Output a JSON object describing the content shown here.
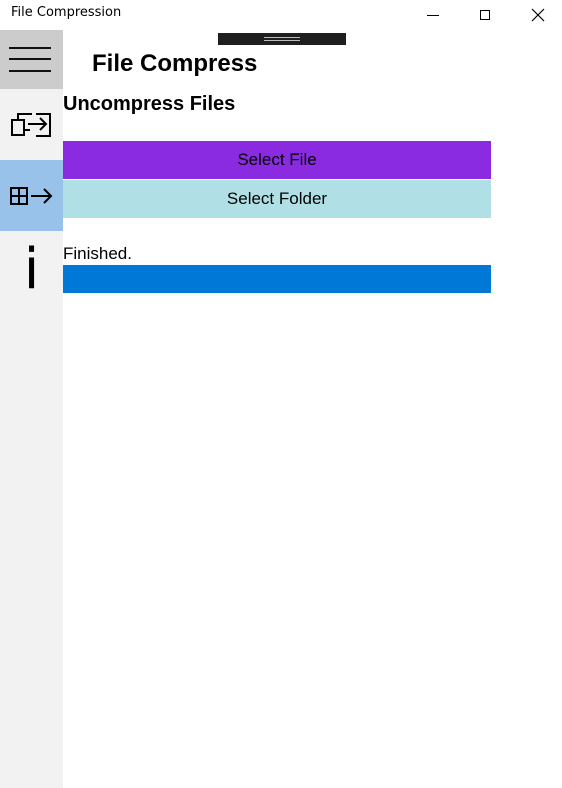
{
  "window": {
    "title": "File Compression"
  },
  "header": {
    "app_title": "File Compress"
  },
  "main": {
    "section_title": "Uncompress Files",
    "select_file_label": "Select File",
    "select_folder_label": "Select Folder",
    "status_text": "Finished.",
    "progress_percent": 100
  },
  "sidebar": {
    "items": [
      {
        "icon": "menu-icon",
        "selected": false
      },
      {
        "icon": "compress-icon",
        "selected": false
      },
      {
        "icon": "uncompress-icon",
        "selected": true
      },
      {
        "icon": "info-icon",
        "glyph": "i",
        "selected": false
      }
    ]
  },
  "colors": {
    "select_file_bg": "#8A2BE2",
    "select_folder_bg": "#B0E0E6",
    "progress_fill": "#0078D7",
    "selected_nav_bg": "#99C2EA"
  }
}
